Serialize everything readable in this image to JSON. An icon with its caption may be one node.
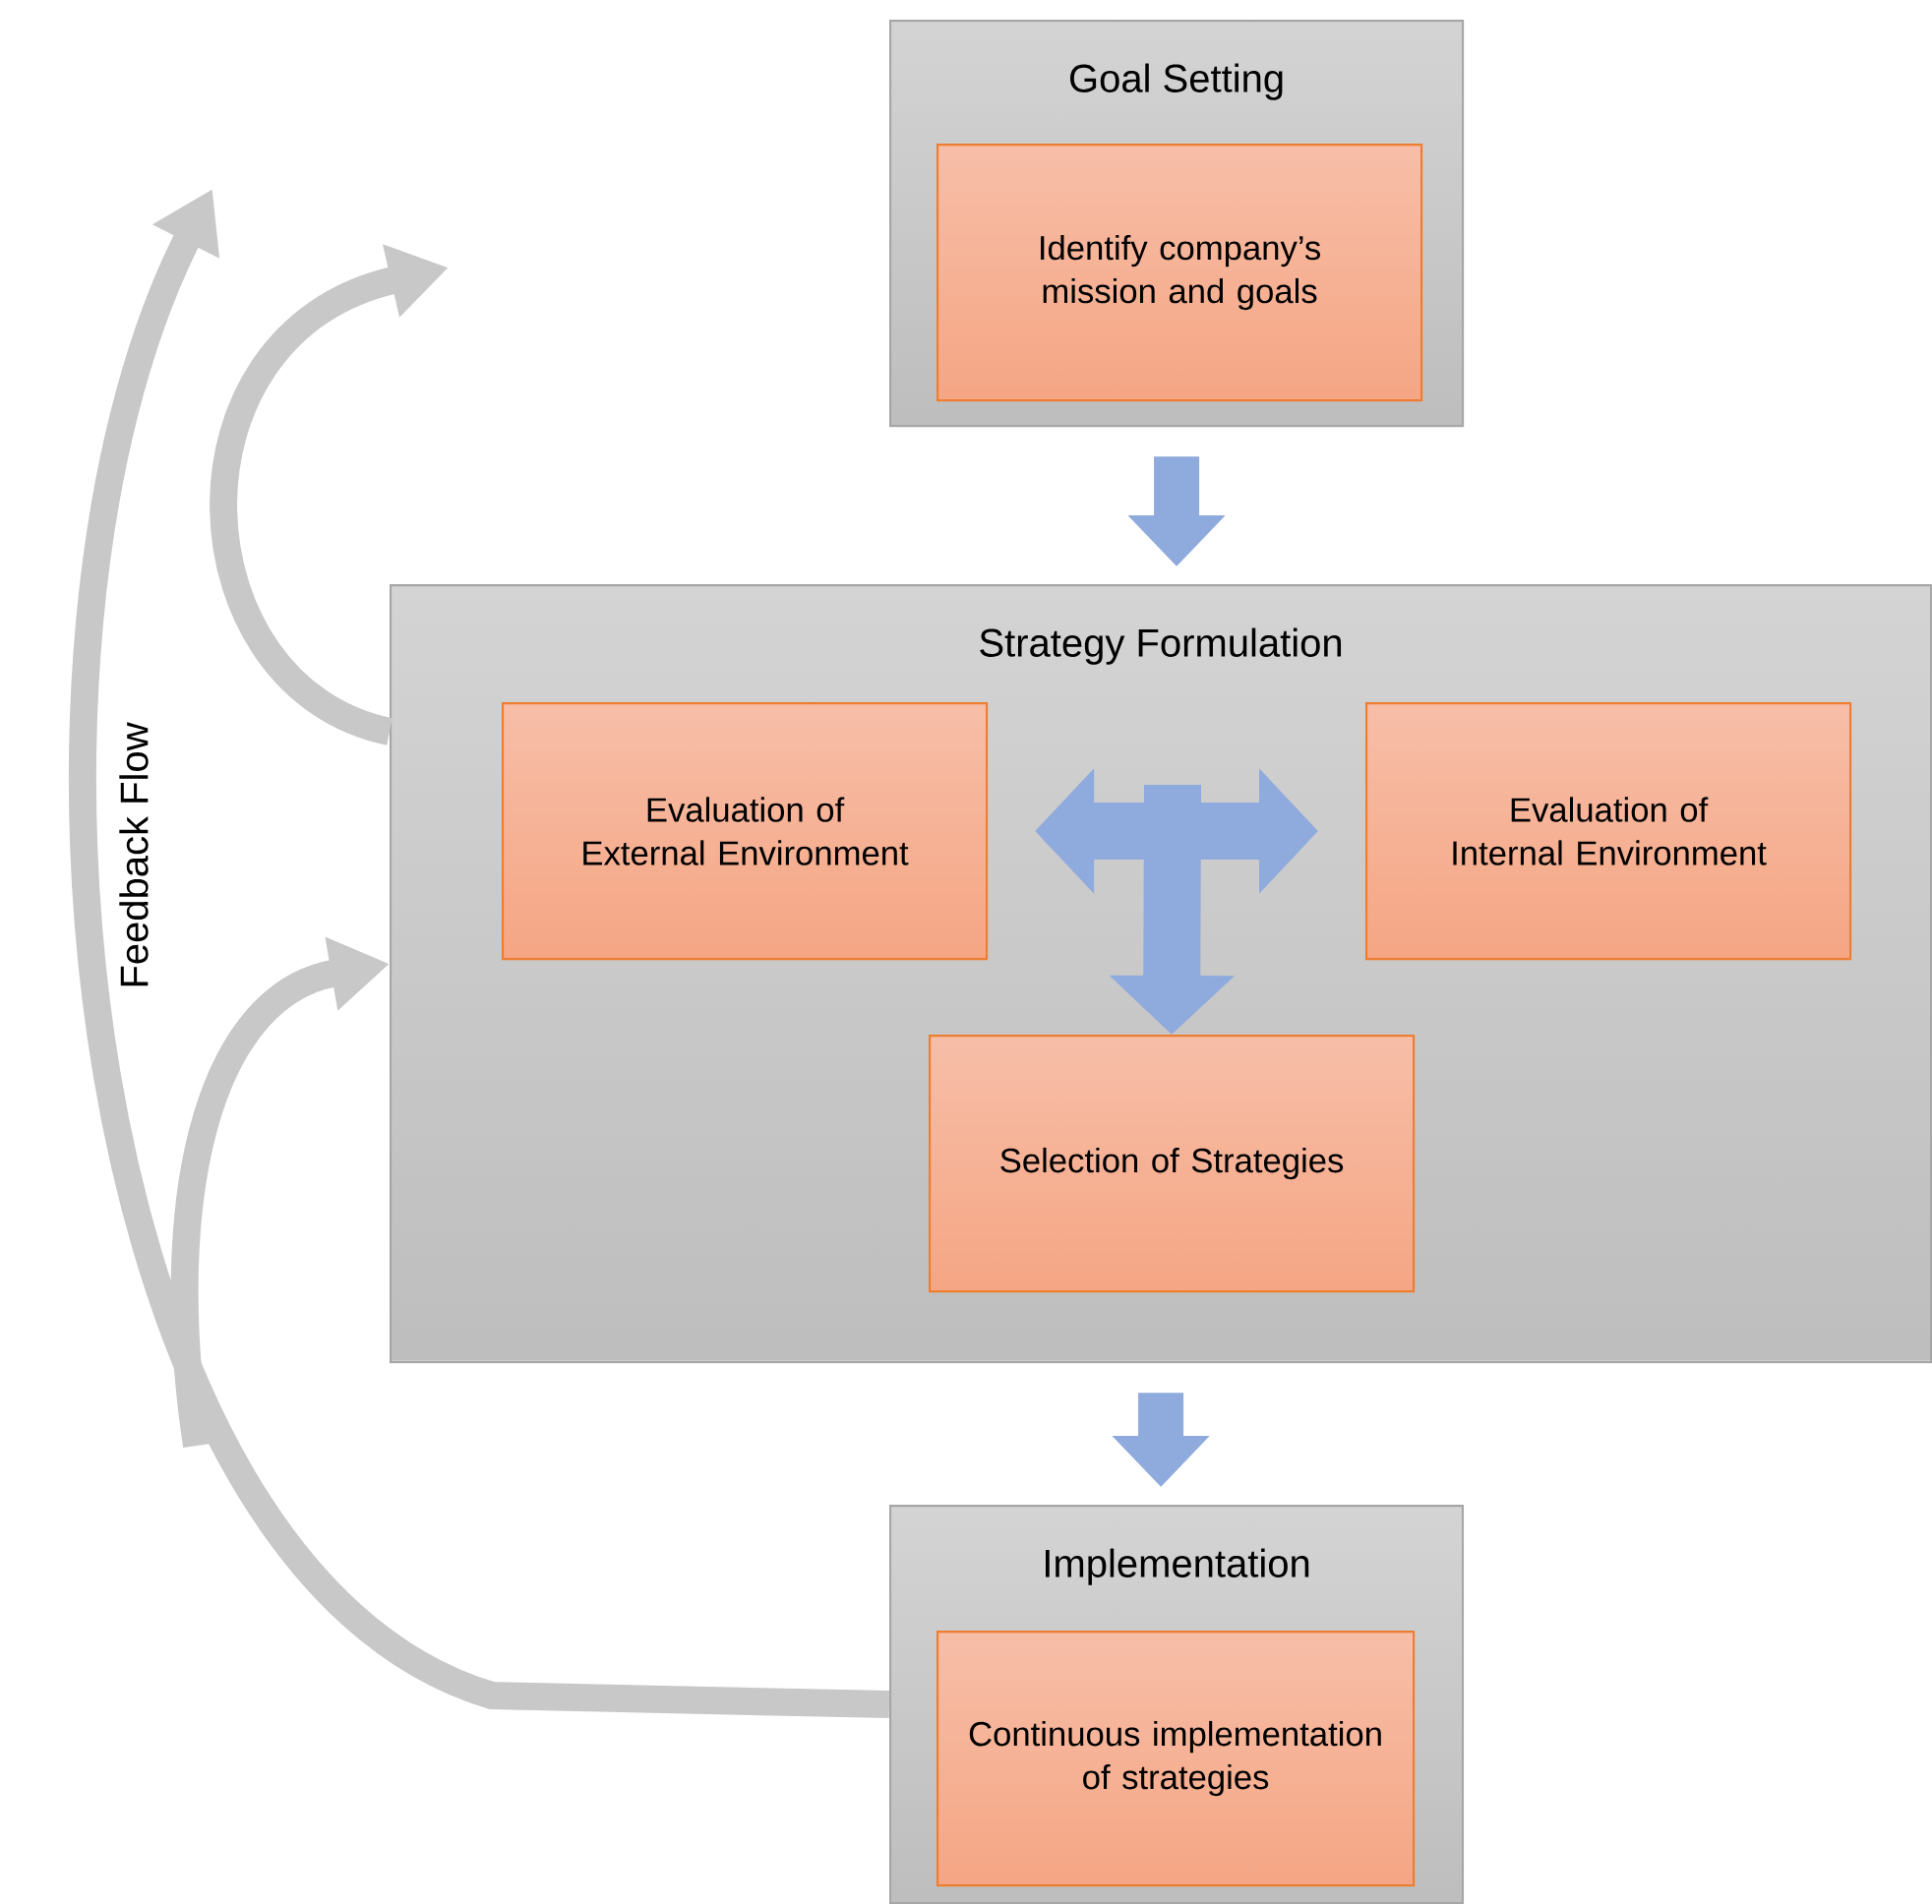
{
  "diagram": {
    "nodes": [
      {
        "text": [
          "Goal Setting"
        ]
      },
      {
        "text": [
          "Identify company’s mission and goals"
        ],
        "in": 0
      },
      {
        "text": [
          "Strategy Formulation"
        ]
      },
      {
        "text": [
          "Evaluation of External Environment"
        ],
        "in": 2
      },
      {
        "text": [
          "Evaluation of Internal Environment"
        ],
        "in": 2
      },
      {
        "text": [
          "Selection of Strategies"
        ],
        "in": 2
      },
      {
        "text": [
          "Implementation"
        ]
      },
      {
        "text": [
          "Continuous implementation of strategies"
        ],
        "in": 6
      }
    ],
    "edges": [
      {
        "from": 0,
        "to": 2,
        "arrow": "to"
      },
      {
        "from": 3,
        "to": 4,
        "arrow": "both"
      },
      {
        "from": null,
        "to": 5,
        "arrow": "to"
      },
      {
        "from": 2,
        "to": 6,
        "arrow": "to"
      },
      {
        "from": 6,
        "to": null,
        "arrow": "to",
        "color": "#c8c8c8"
      },
      {
        "from": 2,
        "to": null,
        "arrow": "to",
        "color": "#c8c8c8"
      },
      {
        "from": null,
        "to": 2,
        "arrow": "to",
        "color": "#c8c8c8"
      }
    ],
    "labels": [
      "Feedback Flow"
    ]
  }
}
